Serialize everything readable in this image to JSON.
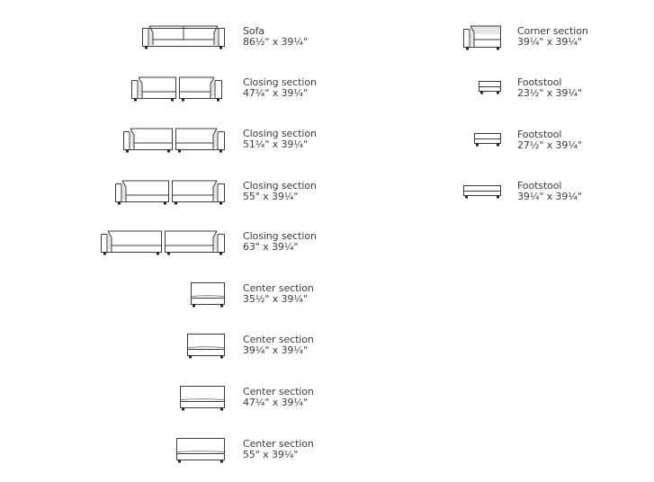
{
  "left_column": [
    {
      "id": "sofa",
      "name": "Sofa",
      "dims": "86½\" x 39¼\"",
      "icon": "sofa-icon"
    },
    {
      "id": "closing-47",
      "name": "Closing section",
      "dims": "47¼\" x 39¼\"",
      "icon": "closing-section-pair-icon"
    },
    {
      "id": "closing-51",
      "name": "Closing section",
      "dims": "51¼\" x 39¼\"",
      "icon": "closing-section-pair-icon"
    },
    {
      "id": "closing-55",
      "name": "Closing section",
      "dims": "55\" x 39¼\"",
      "icon": "closing-section-pair-icon"
    },
    {
      "id": "closing-63",
      "name": "Closing section",
      "dims": "63\" x 39¼\"",
      "icon": "closing-section-pair-icon"
    },
    {
      "id": "center-35",
      "name": "Center section",
      "dims": "35½\" x 39¼\"",
      "icon": "center-section-icon"
    },
    {
      "id": "center-39",
      "name": "Center section",
      "dims": "39¼\" x 39¼\"",
      "icon": "center-section-icon"
    },
    {
      "id": "center-47",
      "name": "Center section",
      "dims": "47¼\" x 39¼\"",
      "icon": "center-section-icon"
    },
    {
      "id": "center-55",
      "name": "Center section",
      "dims": "55\" x 39¼\"",
      "icon": "center-section-icon"
    }
  ],
  "right_column": [
    {
      "id": "corner-39",
      "name": "Corner section",
      "dims": "39¼\" x 39¼\"",
      "icon": "corner-section-icon"
    },
    {
      "id": "footstool-23",
      "name": "Footstool",
      "dims": "23½\" x 39¼\"",
      "icon": "footstool-icon"
    },
    {
      "id": "footstool-27",
      "name": "Footstool",
      "dims": "27½\" x 39¼\"",
      "icon": "footstool-icon"
    },
    {
      "id": "footstool-39",
      "name": "Footstool",
      "dims": "39¼\" x 39¼\"",
      "icon": "footstool-icon"
    }
  ],
  "colors": {
    "line": "#3a3a3a",
    "text": "#3c3c3c",
    "background": "#ffffff"
  }
}
